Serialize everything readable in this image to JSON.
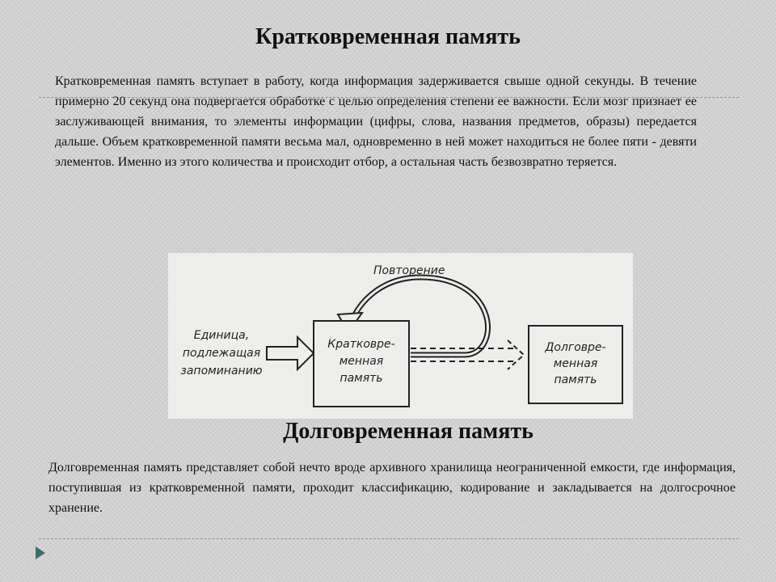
{
  "colors": {
    "background": "#d2d2d2",
    "divider": "#7f9a94",
    "nav_arrow": "#3f6e6b",
    "figure_background": "#eeeeec"
  },
  "short_term": {
    "title": "Кратковременная память",
    "paragraph": "Кратковременная память вступает в работу, когда информация задерживается свыше одной секунды. В течение примерно 20 секунд она подвергается обработке с целью определения степени ее важности. Если мозг признает ее заслуживающей внимания, то элементы информации (цифры, слова, названия предметов, образы) передается дальше. Объем кратковременной памяти весьма мал, одновременно в ней может находиться не более пяти - девяти элементов. Именно из этого количества и происходит отбор, а остальная часть безвозвратно теряется."
  },
  "diagram": {
    "repeat_label": "Повторение",
    "input_label": [
      "Единица,",
      "подлежащая",
      "запоминанию"
    ],
    "short_term_box": [
      "Кратковре-",
      "менная",
      "память"
    ],
    "long_term_box": [
      "Долговре-",
      "менная",
      "память"
    ]
  },
  "long_term": {
    "title": "Долговременная память",
    "paragraph": "Долговременная память представляет собой нечто вроде архивного хранилища неограниченной емкости, где информация, поступившая из кратковременной памяти, проходит классификацию, кодирование и закладывается на долгосрочное хранение."
  },
  "nav": {
    "next_icon": "triangle-right-icon"
  }
}
